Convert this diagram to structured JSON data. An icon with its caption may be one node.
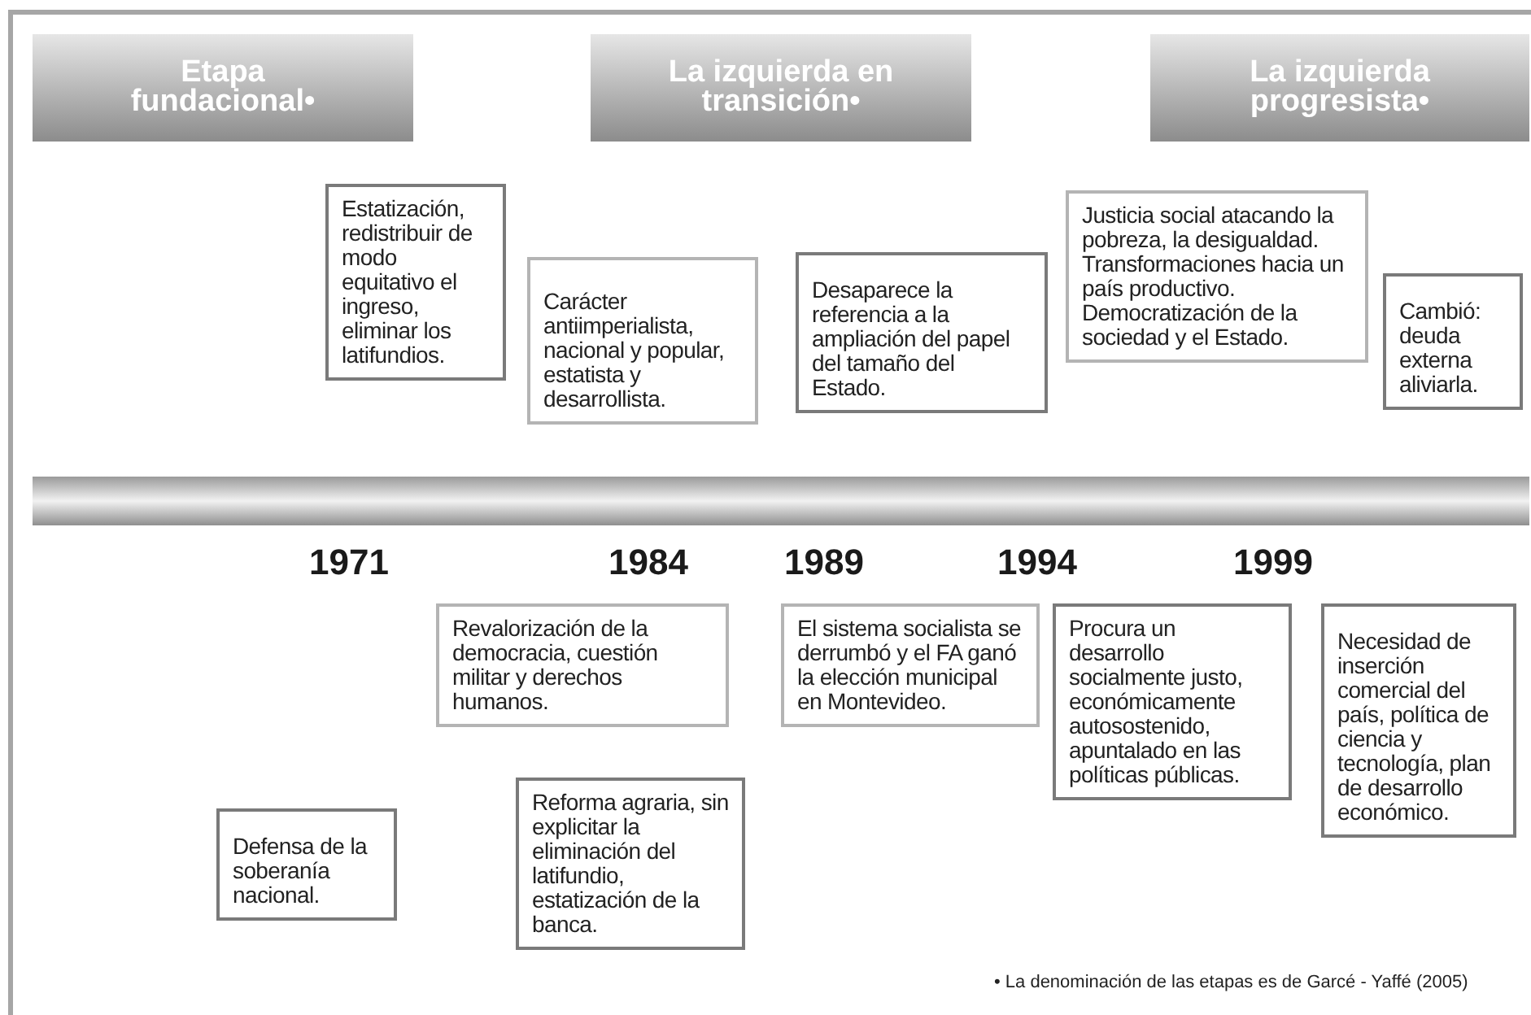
{
  "diagram": {
    "nodes": [
      {
        "text": [
          "Etapa fundacional•"
        ]
      },
      {
        "text": [
          "La izquierda en transición•"
        ]
      },
      {
        "text": [
          "La izquierda progresista•"
        ]
      },
      {
        "text": [
          "Estatización, redistribuir de modo equitativo el ingreso, eliminar los latifundios."
        ]
      },
      {
        "text": [
          "Carácter antiimperialista, nacional y popular, estatista y desarrollista."
        ]
      },
      {
        "text": [
          "Desaparece la referencia a la ampliación del papel del tamaño del Estado."
        ]
      },
      {
        "text": [
          "Justicia social atacando la pobreza, la desigualdad. Transformaciones hacia un país productivo. Democratización de la sociedad y el Estado."
        ]
      },
      {
        "text": [
          "Cambió: deuda externa aliviarla."
        ]
      },
      {
        "text": [
          "Revalorización de la democracia, cuestión militar y derechos humanos."
        ]
      },
      {
        "text": [
          "El sistema socialista se derrumbó y el FA ganó la elección municipal en Montevideo."
        ]
      },
      {
        "text": [
          "Procura un desarrollo socialmente justo, económicamente autosostenido, apuntalado en las políticas públicas."
        ]
      },
      {
        "text": [
          "Necesidad de inserción comercial del país, política de ciencia y tecnología, plan de desarrollo económico."
        ]
      },
      {
        "text": [
          "Defensa de la soberanía nacional."
        ]
      },
      {
        "text": [
          "Reforma agraria, sin explicitar la eliminación del latifundio, estatización de la banca."
        ]
      },
      {
        "text": [],
        "shape": "bar"
      }
    ],
    "edges": [],
    "labels": [
      "1971",
      "1984",
      "1989",
      "1994",
      "1999",
      "• La denominación de las etapas es de Garcé - Yaffé (2005)"
    ]
  }
}
